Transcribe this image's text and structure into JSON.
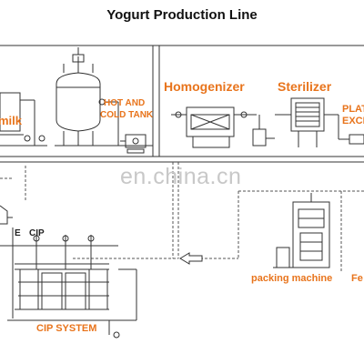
{
  "title": "Yogurt Production Line",
  "labels": {
    "milk": "milk",
    "hot_cold_tank_1": "HOT AND",
    "hot_cold_tank_2": "COLD TANK",
    "homogenizer": "Homogenizer",
    "sterilizer": "Sterilizer",
    "plate_exchanger_1": "PLAT",
    "plate_exchanger_2": "EXCH",
    "cip_e": "E",
    "cip": "CIP",
    "cip_system": "CIP SYSTEM",
    "packing_machine": "packing machine",
    "fe": "Fe",
    "watermark": "en.china.cn"
  },
  "colors": {
    "label_orange": "#e8741c",
    "line": "#333333",
    "dashed_line": "#555555",
    "watermark": "#c8c8c8"
  }
}
